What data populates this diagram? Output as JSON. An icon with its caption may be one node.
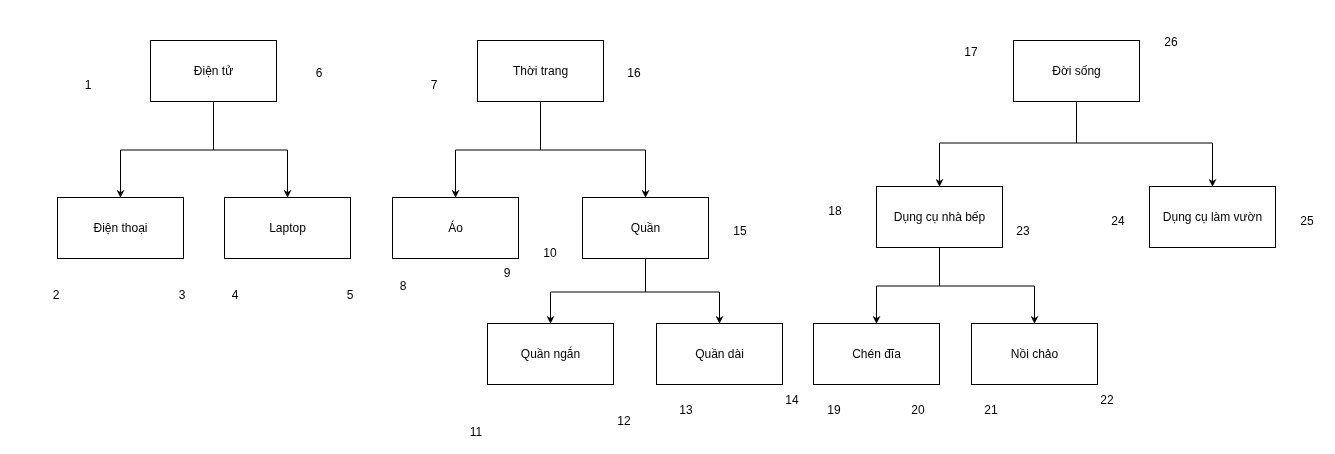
{
  "diagram": {
    "nodes": [
      {
        "text": [
          "Điện tử"
        ]
      },
      {
        "text": [
          "Điện thoại"
        ]
      },
      {
        "text": [
          "Laptop"
        ]
      },
      {
        "text": [
          "Thời trang"
        ]
      },
      {
        "text": [
          "Áo"
        ]
      },
      {
        "text": [
          "Quần"
        ]
      },
      {
        "text": [
          "Quần ngắn"
        ]
      },
      {
        "text": [
          "Quần dài"
        ]
      },
      {
        "text": [
          "Đời sống"
        ]
      },
      {
        "text": [
          "Dụng cụ nhà bếp"
        ]
      },
      {
        "text": [
          "Dụng cụ làm vườn"
        ]
      },
      {
        "text": [
          "Chén đĩa"
        ]
      },
      {
        "text": [
          "Nồi chảo"
        ]
      }
    ],
    "edges": [
      {
        "from": 0,
        "to": 1,
        "arrow": "to"
      },
      {
        "from": 0,
        "to": 2,
        "arrow": "to"
      },
      {
        "from": 3,
        "to": 4,
        "arrow": "to"
      },
      {
        "from": 3,
        "to": 5,
        "arrow": "to"
      },
      {
        "from": 5,
        "to": 6,
        "arrow": "to"
      },
      {
        "from": 5,
        "to": 7,
        "arrow": "to"
      },
      {
        "from": 8,
        "to": 9,
        "arrow": "to"
      },
      {
        "from": 8,
        "to": 10,
        "arrow": "to"
      },
      {
        "from": 9,
        "to": 11,
        "arrow": "to"
      },
      {
        "from": 9,
        "to": 12,
        "arrow": "to"
      }
    ],
    "labels": [
      "1",
      "2",
      "3",
      "4",
      "5",
      "6",
      "7",
      "8",
      "9",
      "10",
      "11",
      "12",
      "13",
      "14",
      "15",
      "16",
      "17",
      "18",
      "19",
      "20",
      "21",
      "22",
      "23",
      "24",
      "25",
      "26"
    ]
  }
}
